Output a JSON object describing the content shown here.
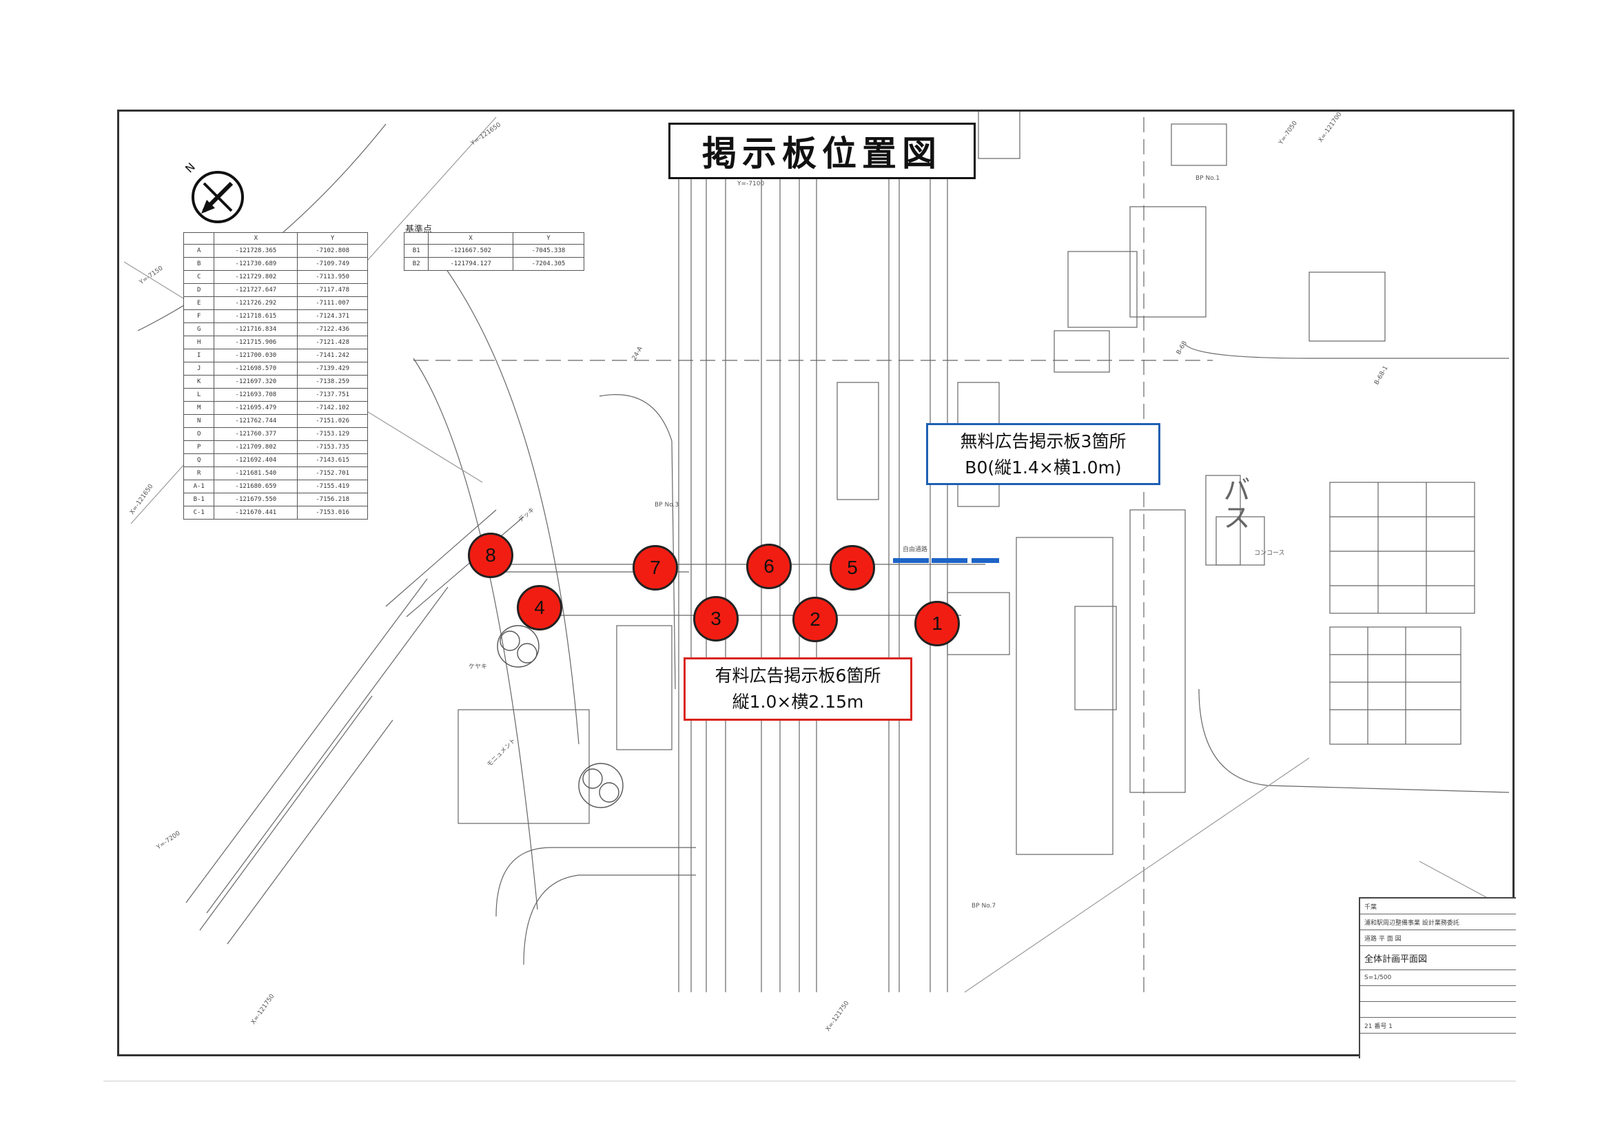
{
  "title": "掲示板位置図",
  "north_label": "N",
  "free_board": {
    "line1": "無料広告掲示板3箇所",
    "line2": "B0(縦1.4×横1.0m)"
  },
  "paid_board": {
    "line1": "有料広告掲示板6箇所",
    "line2": "縦1.0×横2.15m"
  },
  "markers": [
    "1",
    "2",
    "3",
    "4",
    "5",
    "6",
    "7",
    "8"
  ],
  "coord_table": {
    "headers": [
      "",
      "X",
      "Y"
    ],
    "rows": [
      [
        "A",
        "-121728.365",
        "-7102.808"
      ],
      [
        "B",
        "-121730.689",
        "-7109.749"
      ],
      [
        "C",
        "-121729.802",
        "-7113.950"
      ],
      [
        "D",
        "-121727.647",
        "-7117.478"
      ],
      [
        "E",
        "-121726.292",
        "-7111.007"
      ],
      [
        "F",
        "-121718.615",
        "-7124.371"
      ],
      [
        "G",
        "-121716.834",
        "-7122.436"
      ],
      [
        "H",
        "-121715.906",
        "-7121.428"
      ],
      [
        "I",
        "-121700.030",
        "-7141.242"
      ],
      [
        "J",
        "-121698.570",
        "-7139.429"
      ],
      [
        "K",
        "-121697.320",
        "-7138.259"
      ],
      [
        "L",
        "-121693.708",
        "-7137.751"
      ],
      [
        "M",
        "-121695.479",
        "-7142.102"
      ],
      [
        "N",
        "-121762.744",
        "-7151.026"
      ],
      [
        "O",
        "-121760.377",
        "-7153.129"
      ],
      [
        "P",
        "-121709.802",
        "-7153.735"
      ],
      [
        "Q",
        "-121692.404",
        "-7143.615"
      ],
      [
        "R",
        "-121681.540",
        "-7152.701"
      ],
      [
        "A-1",
        "-121680.659",
        "-7155.419"
      ],
      [
        "B-1",
        "-121679.550",
        "-7156.218"
      ],
      [
        "C-1",
        "-121670.441",
        "-7153.016"
      ]
    ]
  },
  "base_table": {
    "caption": "基準点",
    "headers": [
      "",
      "X",
      "Y"
    ],
    "rows": [
      [
        "B1",
        "-121667.502",
        "-7045.338"
      ],
      [
        "B2",
        "-121794.127",
        "-7204.305"
      ]
    ]
  },
  "title_block": {
    "rows": [
      "千葉",
      "浦和駅周辺整備事業 設計業務委託",
      "道路 平 面 図",
      "全体計画平面図",
      "S=1/500",
      "",
      "",
      "21 番号 1"
    ]
  },
  "plan_labels": [
    "Y=-7100",
    "Y=-7050",
    "Y=-7150",
    "Y=-7200",
    "X=-121650",
    "X=-121700",
    "X=-121750",
    "Y=-121650",
    "X=-121750",
    "24-A",
    "B-68",
    "B-68-1",
    "BP No.3",
    "BP No.7",
    "BP No.1",
    "自由通路",
    "コンコース",
    "バス",
    "モニュメント",
    "デッキ",
    "ケヤキ"
  ]
}
